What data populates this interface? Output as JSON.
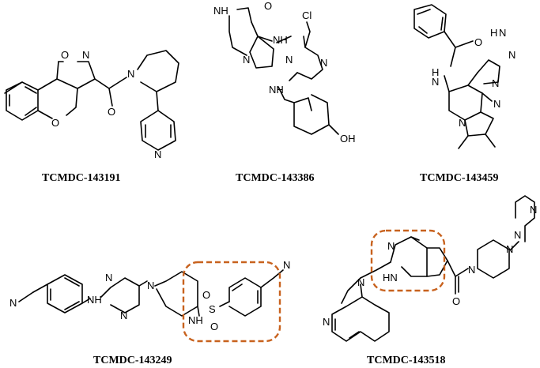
{
  "highlight_color": "#c8621e",
  "molecules": [
    {
      "id": "TCMDC-143191",
      "atoms": {
        "o_ring": "O",
        "n_ring": "N",
        "o_chromene": "O",
        "o_carbonyl": "O",
        "n_pip": "N",
        "n_pyr": "N"
      }
    },
    {
      "id": "TCMDC-143386",
      "atoms": {
        "nh": "NH",
        "o": "O",
        "n_pyrrole": "N",
        "nh_link1": "NH",
        "cl": "Cl",
        "n_pym1": "N",
        "n_pym2": "N",
        "nh_link2": "NH",
        "oh": "OH"
      }
    },
    {
      "id": "TCMDC-143459",
      "atoms": {
        "o": "O",
        "nh": "N",
        "h": "H",
        "triazole_nh": "H",
        "triazole_n1": "N",
        "triazole_n2": "N",
        "triazole_n3": "N",
        "n_imid": "N",
        "n_bridge": "N"
      }
    },
    {
      "id": "TCMDC-143249",
      "atoms": {
        "n_cn1": "N",
        "nh": "NH",
        "n_pym1": "N",
        "n_pym2": "N",
        "n_pip": "N",
        "nh_s": "NH",
        "s": "S",
        "o1": "O",
        "o2": "O",
        "n_cn2": "N"
      },
      "highlight_label": "sulfonamide"
    },
    {
      "id": "TCMDC-143518",
      "atoms": {
        "n_amine": "N",
        "n_bzim": "N",
        "hn_bzim": "HN",
        "n_pip1": "N",
        "n_pip2": "N",
        "o": "O",
        "n_pyridine": "N",
        "n_pym1": "N",
        "n_pym2": "N"
      },
      "highlight_label": "benzimidazole"
    }
  ]
}
